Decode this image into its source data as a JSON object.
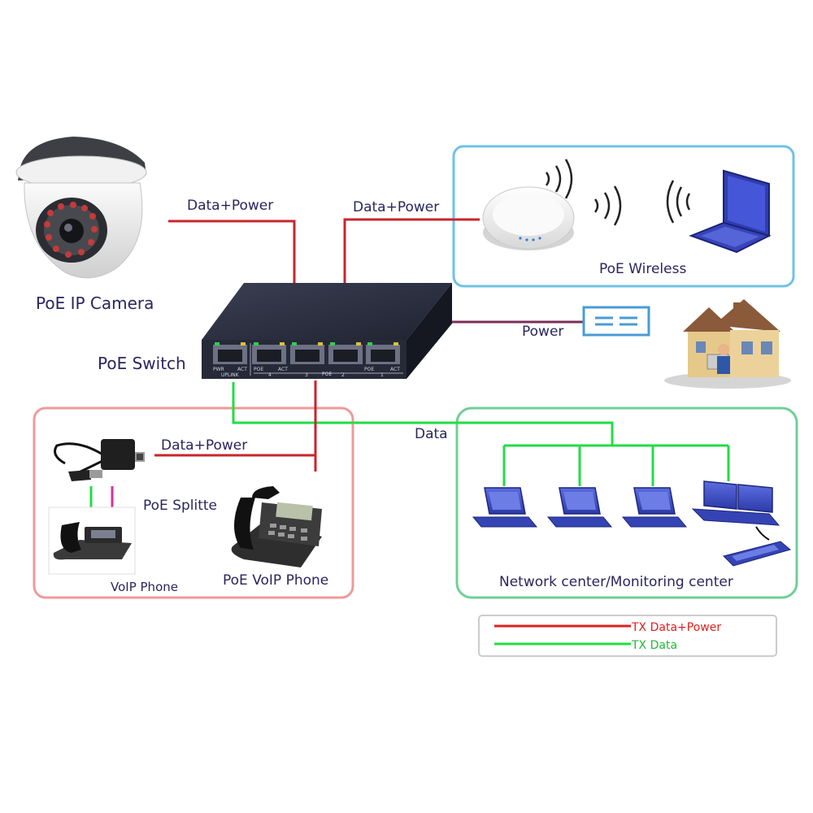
{
  "labels": {
    "camera": "PoE IP Camera",
    "camera_link": "Data+Power",
    "wireless_link": "Data+Power",
    "wireless": "PoE Wireless",
    "power_link": "Power",
    "switch": "PoE Switch",
    "data_link": "Data",
    "splitter_link": "Data+Power",
    "splitter": "PoE  Splitte",
    "voip_phone": "VoIP Phone",
    "poe_voip_phone": "PoE VoIP Phone",
    "network_center": "Network center/Monitoring center"
  },
  "switch_panel": {
    "pwr": "PWR",
    "act": "ACT",
    "uplink": "UPLINK",
    "poe": "POE",
    "port4": "4",
    "port3": "3",
    "port2": "2",
    "port1": "1"
  },
  "legend": [
    {
      "text": "TX Data+Power",
      "color": "#e0201e"
    },
    {
      "text": "TX Data",
      "color": "#22dd44"
    }
  ],
  "colors": {
    "power_line": "#c8262c",
    "data_line": "#22dd44",
    "dc_power_line": "#7a2f5a",
    "wireless_frame": "#6ec3e6",
    "voip_frame": "#ef9a9a",
    "network_frame": "#6fcf97",
    "legend_frame": "#cccccc"
  }
}
